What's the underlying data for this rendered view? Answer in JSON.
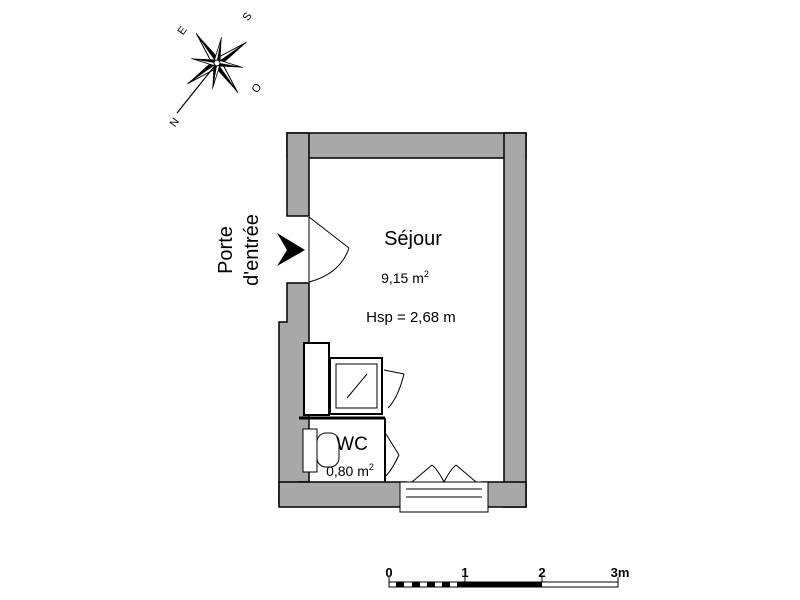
{
  "compass": {
    "n": "N",
    "e": "E",
    "s": "S",
    "o": "O"
  },
  "entrance": {
    "line1": "Porte",
    "line2": "d'entrée"
  },
  "rooms": [
    {
      "name": "Séjour",
      "area_value": "9,15 m",
      "area_sup": "2",
      "height": "Hsp = 2,68 m"
    },
    {
      "name": "WC",
      "area_value": "0,80 m",
      "area_sup": "2"
    }
  ],
  "scale": {
    "ticks": [
      "0",
      "1",
      "2",
      "3m"
    ]
  },
  "colors": {
    "wall": "#a8a8a8",
    "line": "#000000"
  }
}
